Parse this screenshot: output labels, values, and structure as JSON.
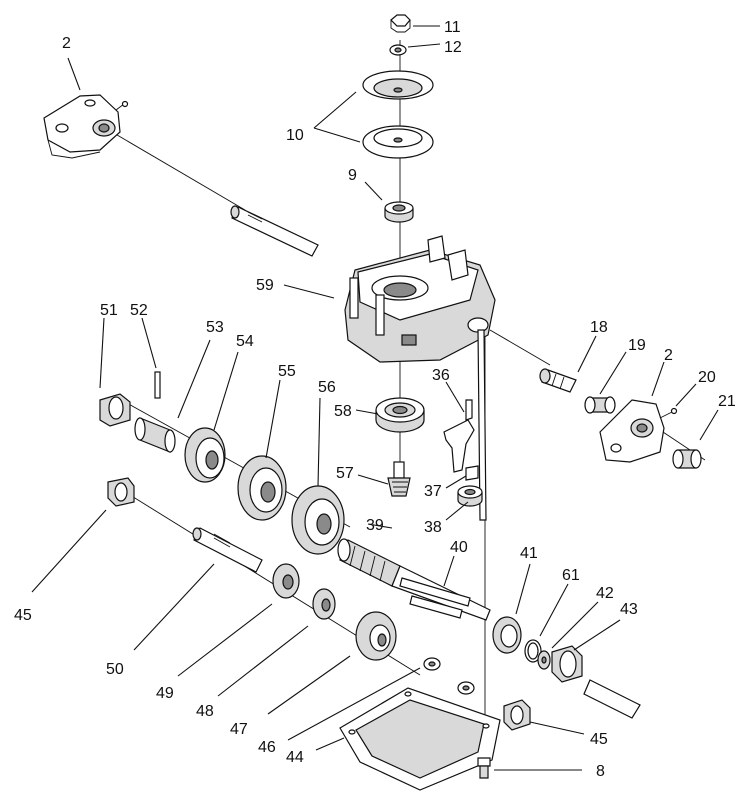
{
  "labels": {
    "l2a": "2",
    "l11": "11",
    "l12": "12",
    "l10": "10",
    "l9": "9",
    "l59": "59",
    "l51": "51",
    "l52": "52",
    "l53": "53",
    "l54": "54",
    "l55": "55",
    "l56": "56",
    "l58": "58",
    "l57": "57",
    "l36": "36",
    "l18": "18",
    "l19": "19",
    "l2b": "2",
    "l20": "20",
    "l21": "21",
    "l37": "37",
    "l38": "38",
    "l39": "39",
    "l40": "40",
    "l41": "41",
    "l61": "61",
    "l42": "42",
    "l43": "43",
    "l45a": "45",
    "l50": "50",
    "l49": "49",
    "l48": "48",
    "l47": "47",
    "l46": "46",
    "l44": "44",
    "l45b": "45",
    "l8": "8"
  }
}
